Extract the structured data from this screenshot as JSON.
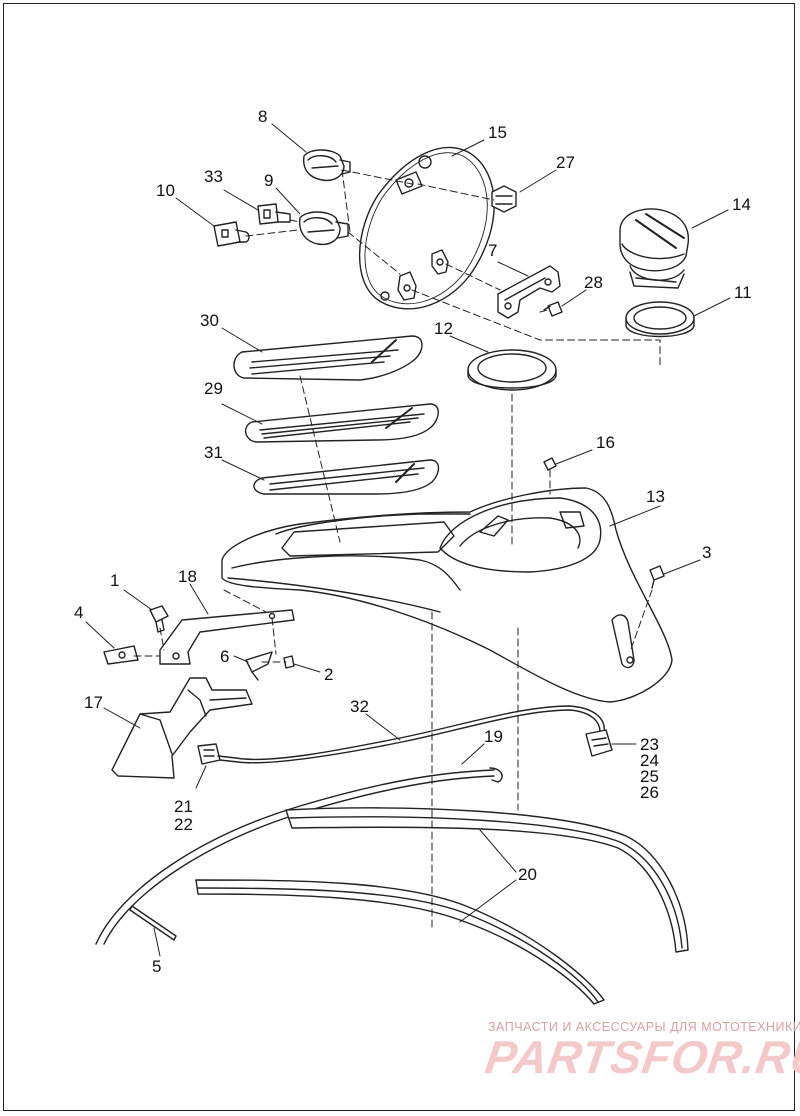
{
  "callouts": [
    {
      "id": "c8",
      "label": "8"
    },
    {
      "id": "c15",
      "label": "15"
    },
    {
      "id": "c27",
      "label": "27"
    },
    {
      "id": "c33",
      "label": "33"
    },
    {
      "id": "c9",
      "label": "9"
    },
    {
      "id": "c10",
      "label": "10"
    },
    {
      "id": "c14",
      "label": "14"
    },
    {
      "id": "c7",
      "label": "7"
    },
    {
      "id": "c28",
      "label": "28"
    },
    {
      "id": "c11",
      "label": "11"
    },
    {
      "id": "c30",
      "label": "30"
    },
    {
      "id": "c12",
      "label": "12"
    },
    {
      "id": "c29",
      "label": "29"
    },
    {
      "id": "c16",
      "label": "16"
    },
    {
      "id": "c31",
      "label": "31"
    },
    {
      "id": "c13",
      "label": "13"
    },
    {
      "id": "c3",
      "label": "3"
    },
    {
      "id": "c1",
      "label": "1"
    },
    {
      "id": "c18",
      "label": "18"
    },
    {
      "id": "c4",
      "label": "4"
    },
    {
      "id": "c6",
      "label": "6"
    },
    {
      "id": "c2",
      "label": "2"
    },
    {
      "id": "c17",
      "label": "17"
    },
    {
      "id": "c32",
      "label": "32"
    },
    {
      "id": "c19",
      "label": "19"
    },
    {
      "id": "c23",
      "label": "23"
    },
    {
      "id": "c24",
      "label": "24"
    },
    {
      "id": "c25",
      "label": "25"
    },
    {
      "id": "c26",
      "label": "26"
    },
    {
      "id": "c21",
      "label": "21"
    },
    {
      "id": "c22",
      "label": "22"
    },
    {
      "id": "c20",
      "label": "20"
    },
    {
      "id": "c5",
      "label": "5"
    }
  ],
  "watermark": {
    "tagline": "ЗАПЧАСТИ И АКСЕССУАРЫ ДЛЯ МОТОТЕХНИКИ",
    "logo": "PARTSFOR.RU"
  },
  "colors": {
    "line": "#222222",
    "watermark": "#e9a8a8"
  }
}
